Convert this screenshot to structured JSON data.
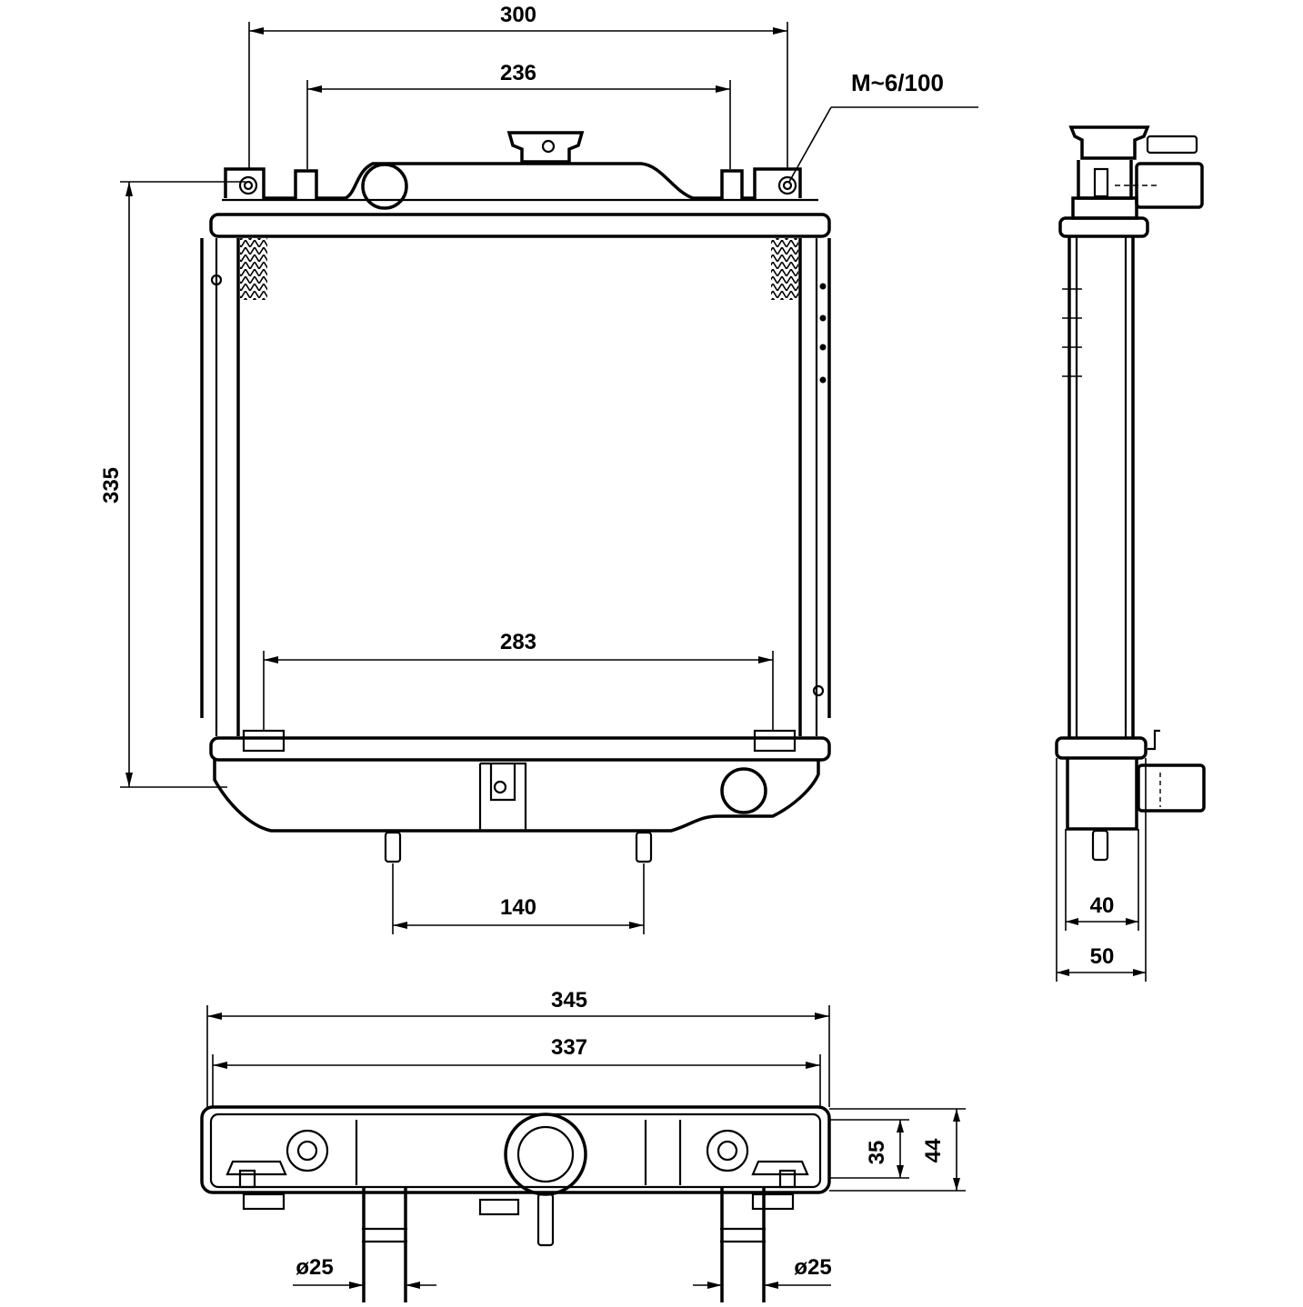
{
  "dimensions": {
    "top_width": "300",
    "mount_spacing": "236",
    "fixing_spec": "M~6/100",
    "height": "335",
    "core_width": "283",
    "lower_pipe_spacing": "140",
    "side_core_depth": "40",
    "side_total_depth": "50",
    "bottom_overall_width": "345",
    "bottom_tank_width": "337",
    "tank_depth_small": "35",
    "tank_depth_large": "44",
    "left_pipe_diameter": "ø25",
    "right_pipe_diameter": "ø25"
  }
}
